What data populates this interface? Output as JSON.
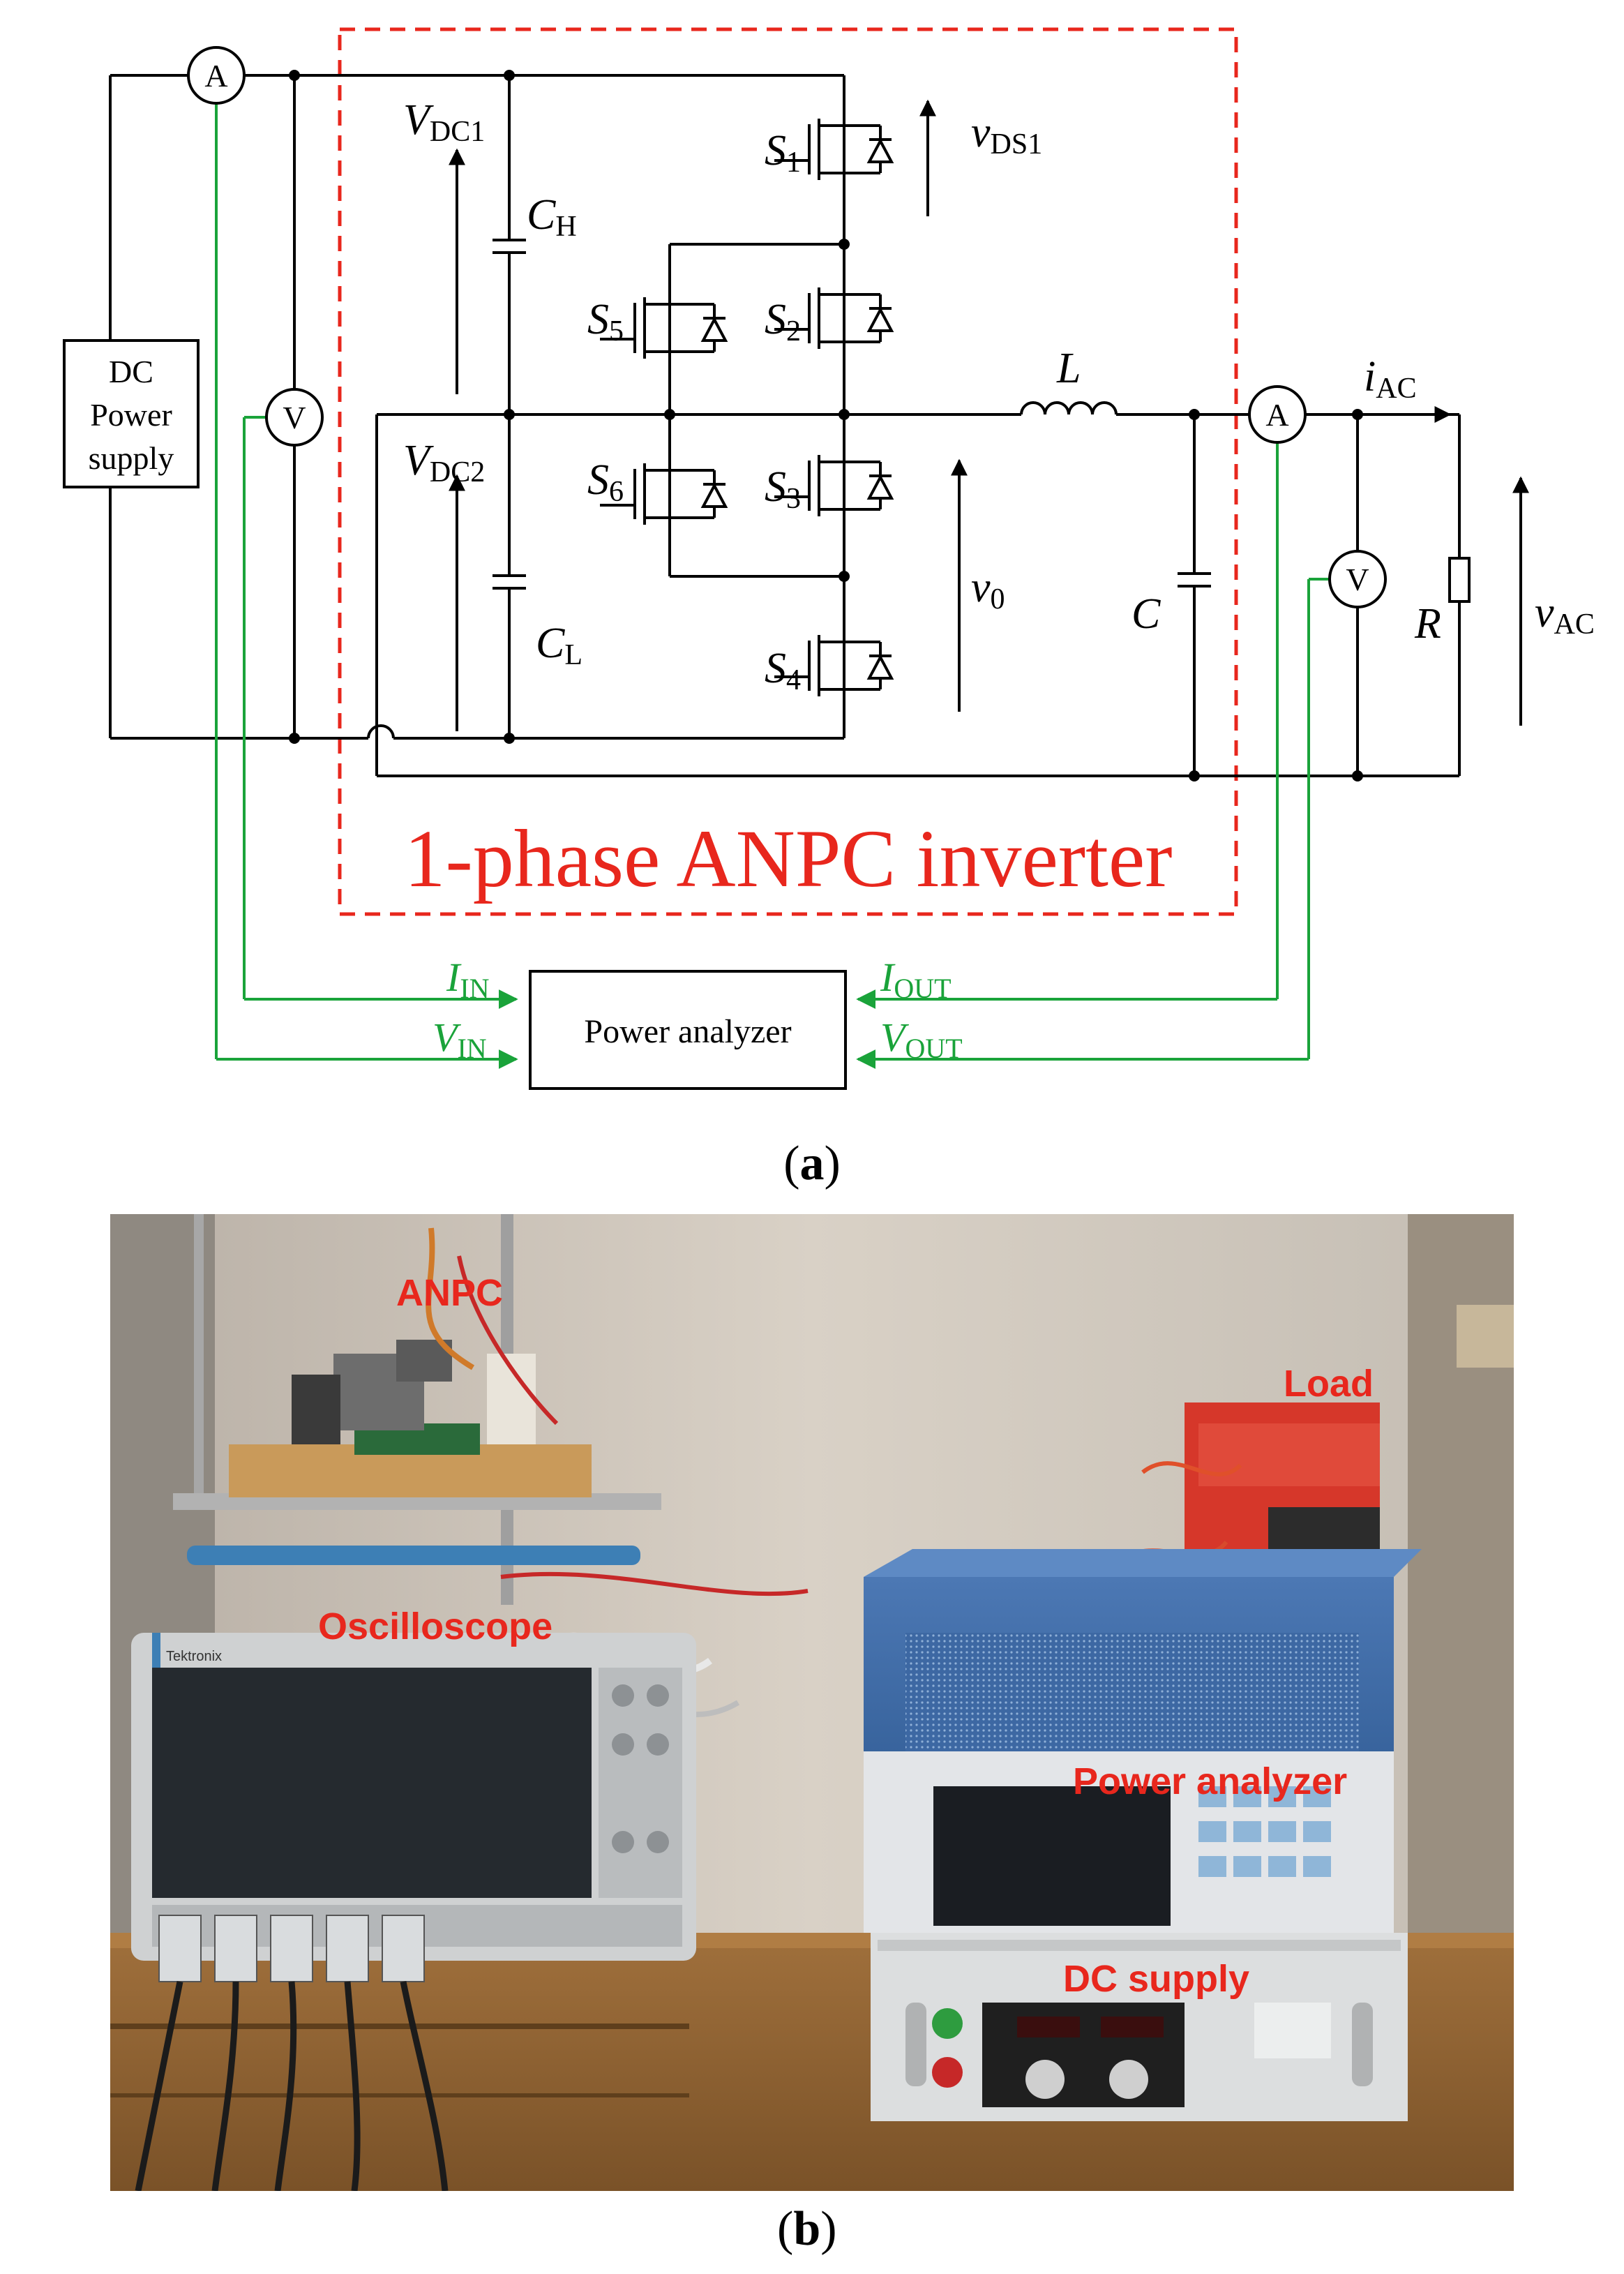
{
  "panel_a": {
    "caption_open": "(",
    "caption_letter": "a",
    "caption_close": ")",
    "dc_supply_line1": "DC",
    "dc_supply_line2": "Power",
    "dc_supply_line3": "supply",
    "ammeter_symbol": "A",
    "voltmeter_symbol": "V",
    "inverter_label": "1-phase ANPC inverter",
    "power_analyzer_label": "Power analyzer",
    "labels": {
      "vdc1_main": "V",
      "vdc1_sub": "DC1",
      "vdc2_main": "V",
      "vdc2_sub": "DC2",
      "ch_main": "C",
      "ch_sub": "H",
      "cl_main": "C",
      "cl_sub": "L",
      "s1_main": "S",
      "s1_sub": "1",
      "s2_main": "S",
      "s2_sub": "2",
      "s3_main": "S",
      "s3_sub": "3",
      "s4_main": "S",
      "s4_sub": "4",
      "s5_main": "S",
      "s5_sub": "5",
      "s6_main": "S",
      "s6_sub": "6",
      "vds1_main": "v",
      "vds1_sub": "DS1",
      "v0_main": "v",
      "v0_sub": "0",
      "inductor": "L",
      "capacitor": "C",
      "resistor": "R",
      "iac_main": "i",
      "iac_sub": "AC",
      "vac_main": "v",
      "vac_sub": "AC",
      "iin_main": "I",
      "iin_sub": "IN",
      "vin_main": "V",
      "vin_sub": "IN",
      "iout_main": "I",
      "iout_sub": "OUT",
      "vout_main": "V",
      "vout_sub": "OUT"
    },
    "colors": {
      "measurement": "#1aa33a",
      "inverter": "#e8271d",
      "wire": "#000000"
    }
  },
  "panel_b": {
    "caption_open": "(",
    "caption_letter": "b",
    "caption_close": ")",
    "label_anpc": "ANPC",
    "label_load": "Load",
    "label_oscilloscope": "Oscilloscope",
    "label_power_analyzer": "Power analyzer",
    "label_dc_supply": "DC supply",
    "oscilloscope_brand": "Tektronix",
    "label_color": "#e8271d"
  }
}
